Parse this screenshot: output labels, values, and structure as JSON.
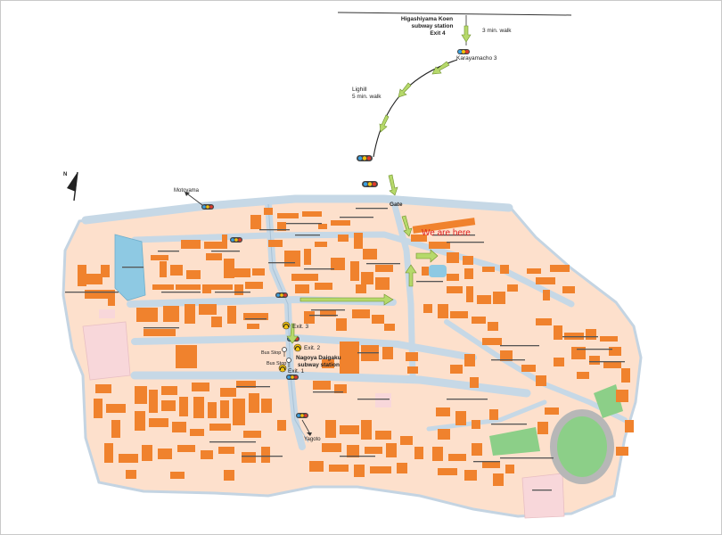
{
  "map": {
    "upper_area": {
      "station_label_line1": "Higashiyama Koen",
      "station_label_line2": "subway station",
      "station_label_line3": "Exit 4",
      "walk_3min": "3 min. walk",
      "karayamacho": "Karayamacho 3",
      "lighthill_line1": "Lighill",
      "lighthill_line2": "5 min. walk"
    },
    "campus": {
      "we_are_here": "We are here",
      "gate": "Gate",
      "motoyama": "Motoyama",
      "yagoto": "Yagoto",
      "exit3": "Exit. 3",
      "exit2": "Exit. 2",
      "exit1": "Exit. 1",
      "bus_stop_1": "Bus Stop",
      "bus_stop_2": "Bus Stop",
      "station_line1": "Nagoya Daigaku",
      "station_line2": "subway station"
    },
    "colors": {
      "campus_fill": "#fde0cc",
      "building": "#f0822d",
      "road": "#c6d8e6",
      "road_edge": "#a9c2d6",
      "water": "#8ec9e3",
      "green": "#8ccf88",
      "pink": "#f8d7da",
      "arrow": "#b6d96b",
      "we_are_here": "#e02020"
    },
    "icons": [
      "north-arrow-icon",
      "traffic-light-icon",
      "walk-arrow-icon",
      "subway-exit-icon",
      "bus-stop-icon"
    ]
  }
}
